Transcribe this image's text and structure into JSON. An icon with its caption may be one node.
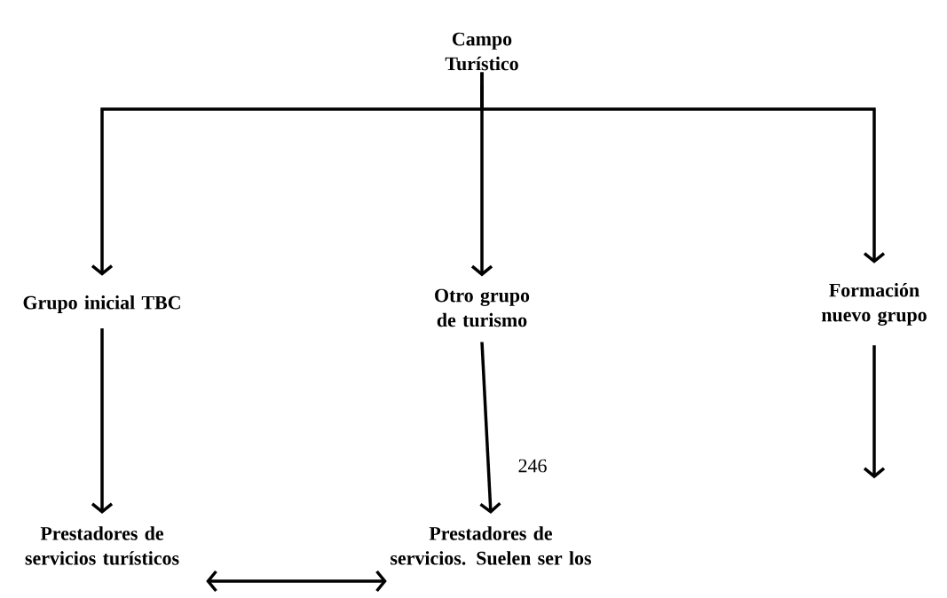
{
  "diagram": {
    "nodes": [
      {
        "text": [
          "Campo Turístico"
        ]
      },
      {
        "text": [
          "Grupo inicial TBC"
        ]
      },
      {
        "text": [
          "Otro grupo de turismo"
        ]
      },
      {
        "text": [
          "Formación nuevo grupo"
        ]
      },
      {
        "text": [
          "Prestadores de servicios turísticos"
        ]
      },
      {
        "text": [
          "Prestadores de servicios. Suelen ser los"
        ]
      }
    ],
    "edges": [
      {
        "from": 0,
        "to": 1,
        "arrow": "to"
      },
      {
        "from": 0,
        "to": 2,
        "arrow": "to"
      },
      {
        "from": 0,
        "to": 3,
        "arrow": "to"
      },
      {
        "from": 1,
        "to": 4,
        "arrow": "to"
      },
      {
        "from": 2,
        "to": 5,
        "arrow": "to"
      },
      {
        "from": 3,
        "to": null,
        "arrow": "to"
      },
      {
        "from": 4,
        "to": 5,
        "arrow": "both"
      }
    ],
    "labels": [
      "246"
    ]
  }
}
